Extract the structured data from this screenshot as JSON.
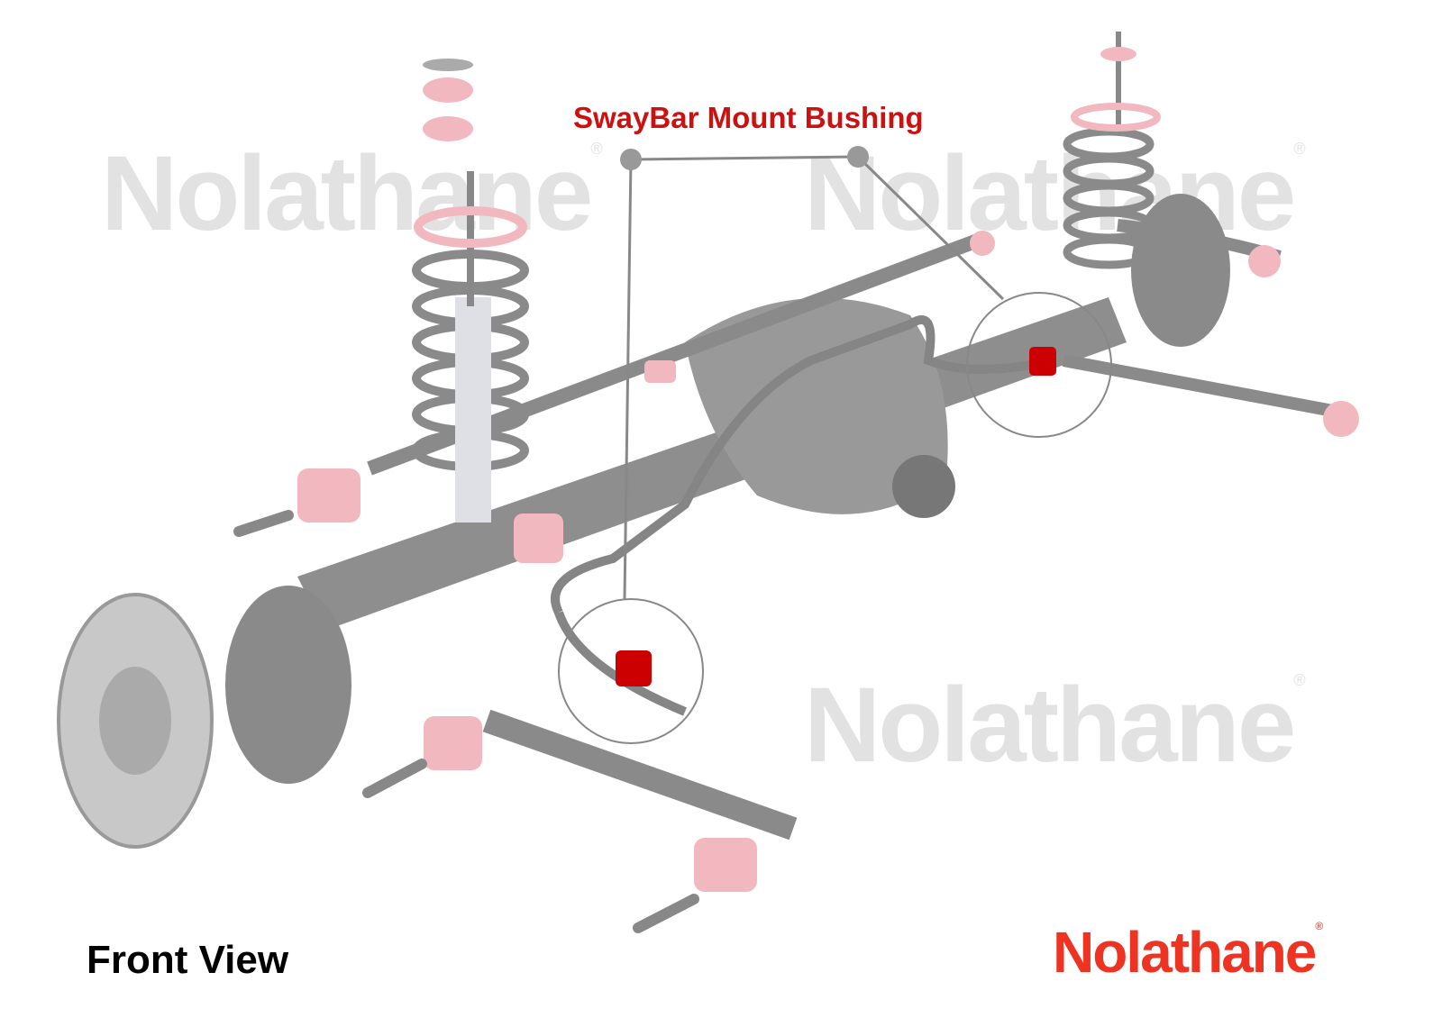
{
  "watermark_text": "Nolathane",
  "registered_mark": "®",
  "callout": {
    "label": "SwayBar Mount Bushing",
    "color": "#cc1111"
  },
  "view_label": "Front View",
  "logo": {
    "text": "Nolathane",
    "mark": "®",
    "color": "#ee3322"
  },
  "colors": {
    "metal": "#8a8a8a",
    "bushing": "#f2b8c0",
    "highlight_bushing": "#cc0000",
    "watermark": "#e2e2e2"
  }
}
